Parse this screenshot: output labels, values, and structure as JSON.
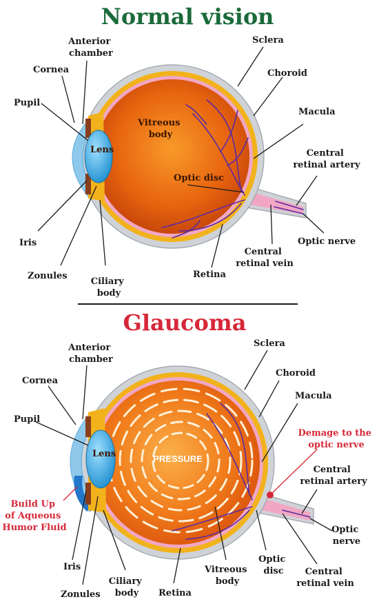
{
  "normal": {
    "title": "Normal vision",
    "title_color": "#1b6b3a",
    "labels": {
      "anterior_chamber": [
        "Anterior",
        "chamber"
      ],
      "cornea": "Cornea",
      "pupil": "Pupil",
      "iris": "Iris",
      "zonules": "Zonules",
      "ciliary_body": [
        "Ciliary",
        "body"
      ],
      "lens": "Lens",
      "vitreous_body": [
        "Vitreous",
        "body"
      ],
      "optic_disc": "Optic disc",
      "sclera": "Sclera",
      "choroid": "Choroid",
      "macula": "Macula",
      "central_retinal_artery": [
        "Central",
        "retinal artery"
      ],
      "optic_nerve": "Optic nerve",
      "central_retinal_vein": [
        "Central",
        "retinal vein"
      ],
      "retina": "Retina"
    }
  },
  "glaucoma": {
    "title": "Glaucoma",
    "title_color": "#d62839",
    "labels": {
      "anterior_chamber": [
        "Anterior",
        "chamber"
      ],
      "cornea": "Cornea",
      "pupil": "Pupil",
      "build_up": [
        "Build Up",
        "of Aqueous",
        "Humor Fluid"
      ],
      "iris": "Iris",
      "zonules": "Zonules",
      "ciliary_body": [
        "Ciliary",
        "body"
      ],
      "lens": "Lens",
      "pressure": "PRESSURE",
      "retina": "Retina",
      "vitreous_body": [
        "Vitreous",
        "body"
      ],
      "optic_disc": [
        "Optic",
        "disc"
      ],
      "sclera": "Sclera",
      "choroid": "Choroid",
      "macula": "Macula",
      "damage": [
        "Demage to the",
        "optic nerve"
      ],
      "central_retinal_artery": [
        "Central",
        "retinal artery"
      ],
      "optic_nerve": [
        "Optic",
        "nerve"
      ],
      "central_retinal_vein": [
        "Central",
        "retinal vein"
      ]
    }
  },
  "colors": {
    "sclera": "#cfd3d8",
    "choroid": "#f2b21b",
    "retina": "#f1a7c4",
    "vitreous": "#e8650f",
    "lens": "#3ab2e6",
    "cornea": "#8ec9ec",
    "vessels": "#5b2aa0",
    "fluid": "#2377c9"
  }
}
